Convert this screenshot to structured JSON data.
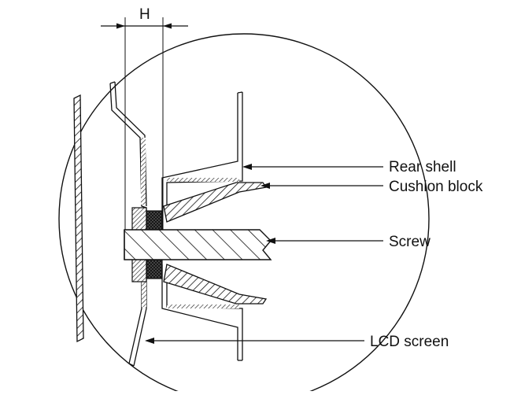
{
  "diagram": {
    "dimension_label": "H",
    "labels": {
      "rear_shell": "Rear shell",
      "cushion_block": "Cushion block",
      "screw": "Screw",
      "lcd_screen": "LCD screen"
    },
    "colors": {
      "line": "#111111",
      "background": "#ffffff"
    }
  }
}
